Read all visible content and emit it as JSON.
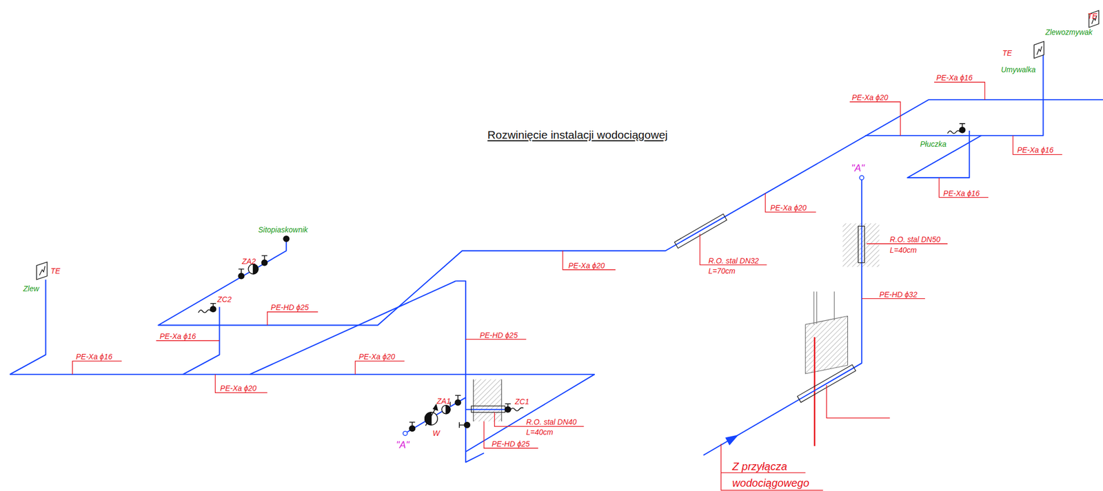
{
  "diagram": {
    "title": "Rozwinięcie instalacji wodociągowej",
    "labels": [
      "TE",
      "Zlewozmywak",
      "TE",
      "Umywalka",
      "PE-Xa ϕ16",
      "PE-Xa ϕ20",
      "Płuczka",
      "PE-Xa ϕ16",
      "PE-Xa ϕ16",
      "\"A\"",
      "PE-Xa ϕ20",
      "R.O. stal DN50",
      "L=40cm",
      "PE-HD ϕ32",
      "PE-Xa ϕ20",
      "R.O. stal DN32",
      "L=70cm",
      "Sitopiaskownik",
      "ZA2",
      "ZC2",
      "PE-HD ϕ25",
      "PE-Xa ϕ16",
      "TE",
      "Zlew",
      "PE-Xa ϕ16",
      "PE-Xa ϕ20",
      "PE-Xa ϕ20",
      "PE-HD ϕ25",
      "ZA1",
      "ZC1",
      "R.O. stal DN40",
      "L=40cm",
      "PE-HD ϕ25",
      "W",
      "\"A\"",
      "Z przyłącza",
      "wodociągowego"
    ]
  }
}
